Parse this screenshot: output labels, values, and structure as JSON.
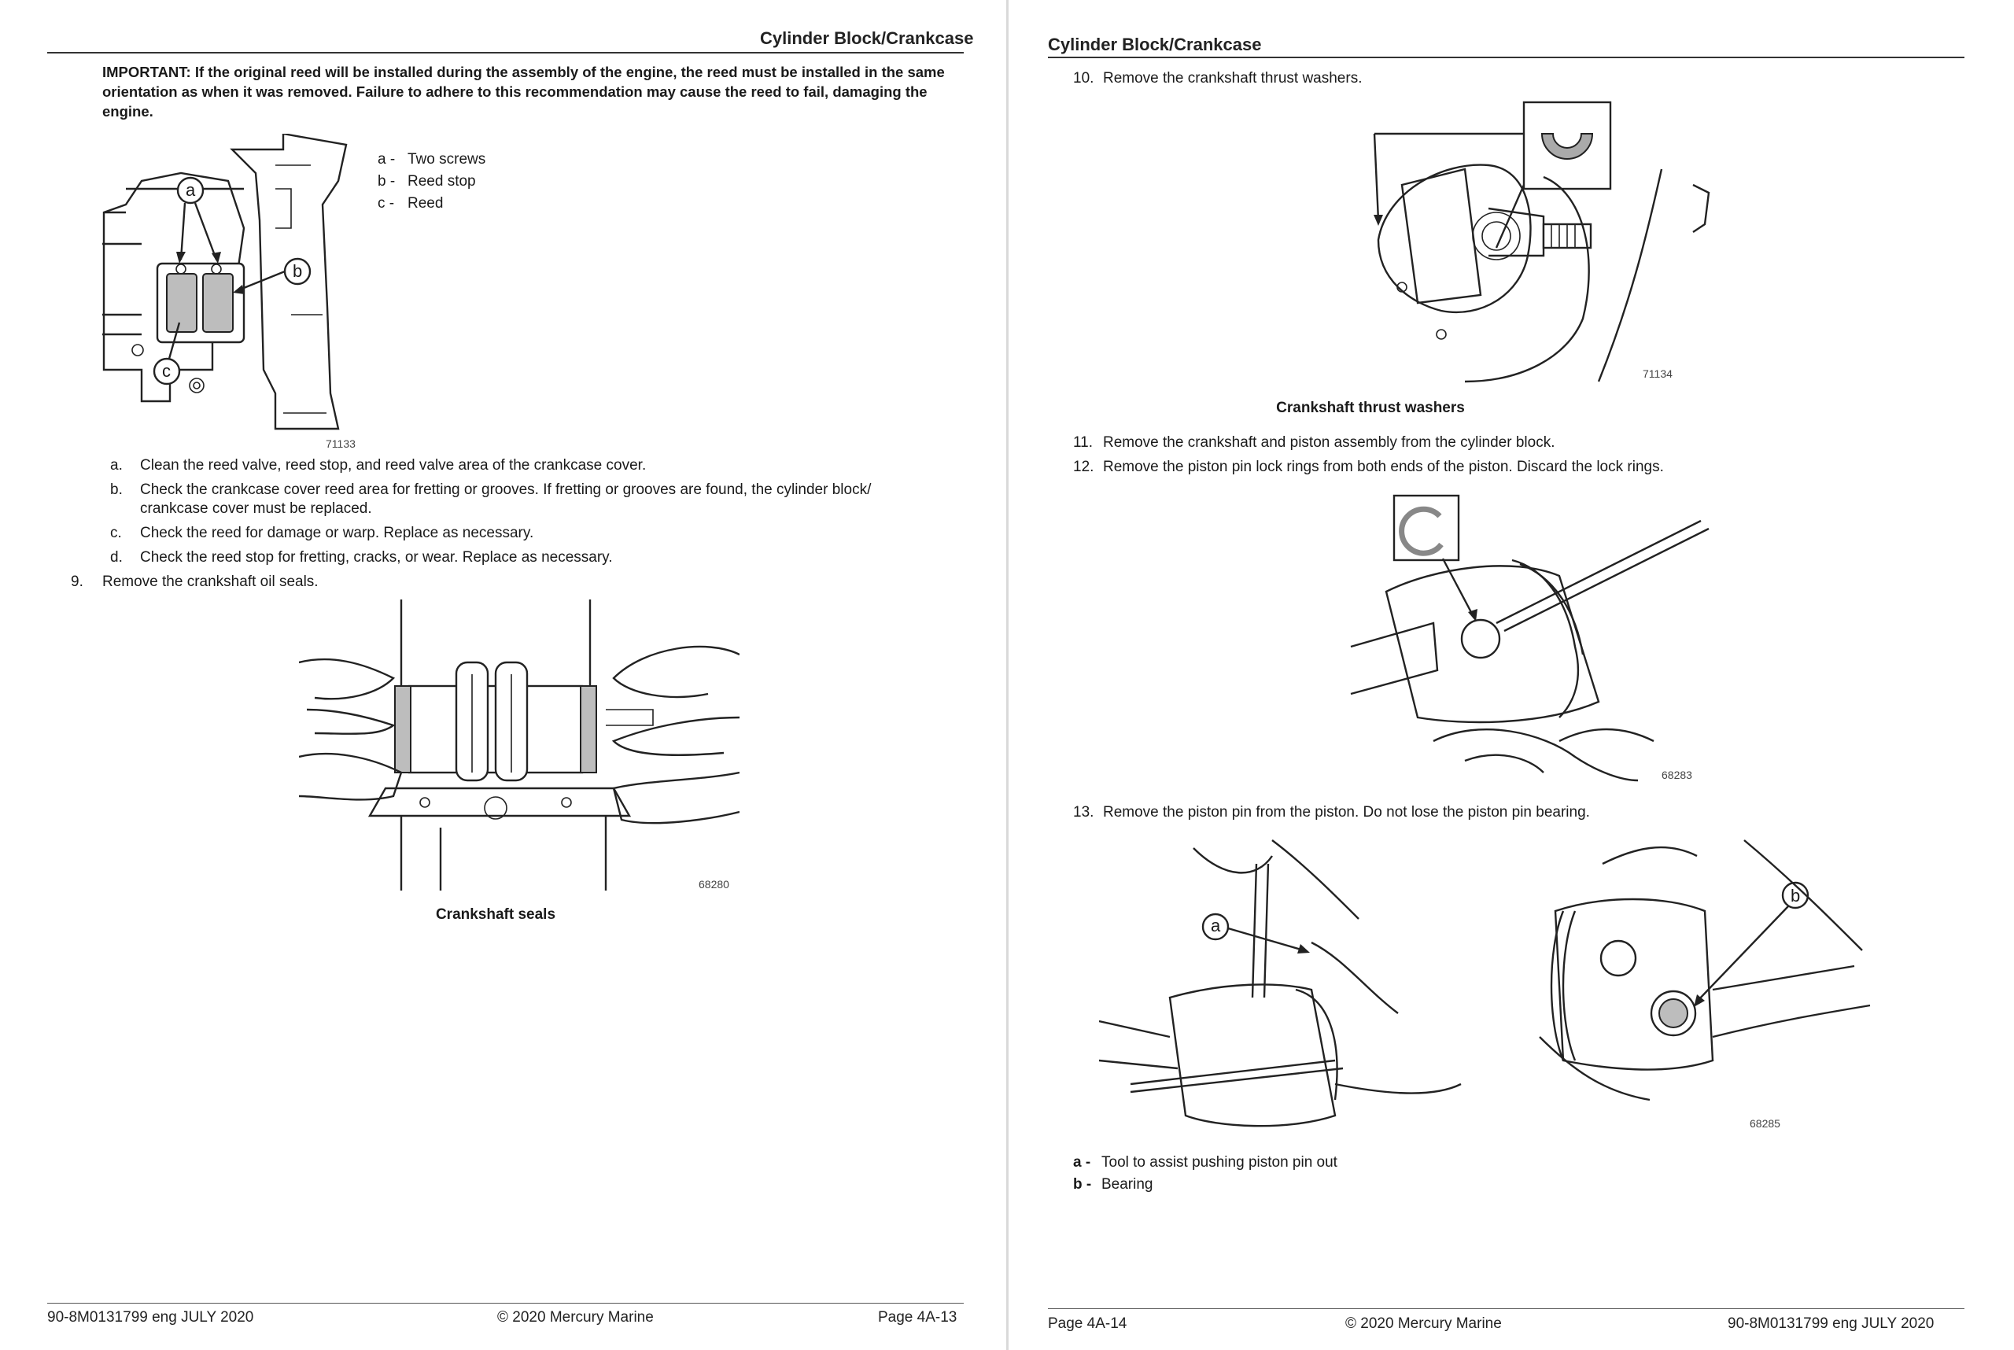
{
  "left_page": {
    "header": "Cylinder Block/Crankcase",
    "important": "IMPORTANT: If the original reed will be installed during the assembly of the engine, the reed must be installed in the same orientation as when it was removed. Failure to adhere to this recommendation may cause the reed to fail, damaging the engine.",
    "figure1": {
      "number": "71133",
      "callouts": [
        "a",
        "b",
        "c"
      ],
      "legend": [
        {
          "key": "a -",
          "text": "Two screws"
        },
        {
          "key": "b -",
          "text": "Reed stop"
        },
        {
          "key": "c -",
          "text": "Reed"
        }
      ]
    },
    "substeps": [
      {
        "label": "a.",
        "lines": [
          "Clean the reed valve, reed stop, and reed valve area of the crankcase cover."
        ]
      },
      {
        "label": "b.",
        "lines": [
          "Check the crankcase cover reed area for fretting or grooves. If fretting or grooves are found, the cylinder block/",
          "crankcase cover must be replaced."
        ]
      },
      {
        "label": "c.",
        "lines": [
          "Check the reed for damage or warp. Replace as necessary."
        ]
      },
      {
        "label": "d.",
        "lines": [
          "Check the reed stop for fretting, cracks, or wear. Replace as necessary."
        ]
      }
    ],
    "step9": {
      "num": "9.",
      "text": "Remove the crankshaft oil seals."
    },
    "figure2": {
      "number": "68280",
      "caption": "Crankshaft seals"
    },
    "footer": {
      "left": "90-8M0131799   eng   JULY 2020",
      "center": "© 2020 Mercury Marine",
      "right": "Page 4A-13"
    }
  },
  "right_page": {
    "header": "Cylinder Block/Crankcase",
    "step10": {
      "num": "10.",
      "text": "Remove the crankshaft thrust washers."
    },
    "figure3": {
      "number": "71134",
      "caption": "Crankshaft thrust washers"
    },
    "step11": {
      "num": "11.",
      "text": "Remove the crankshaft and piston assembly from the cylinder block."
    },
    "step12": {
      "num": "12.",
      "text": "Remove the piston pin lock rings from both ends of the piston. Discard the lock rings."
    },
    "figure4": {
      "number": "68283"
    },
    "step13": {
      "num": "13.",
      "text": "Remove the piston pin from the piston. Do not lose the piston pin bearing."
    },
    "figure5": {
      "number": "68285",
      "callouts": [
        "a",
        "b"
      ],
      "legend": [
        {
          "key": "a -",
          "text": "Tool to assist pushing piston pin out"
        },
        {
          "key": "b -",
          "text": "Bearing"
        }
      ]
    },
    "footer": {
      "left": "Page 4A-14",
      "center": "© 2020 Mercury Marine",
      "right": "90-8M0131799   eng   JULY 2020"
    }
  }
}
